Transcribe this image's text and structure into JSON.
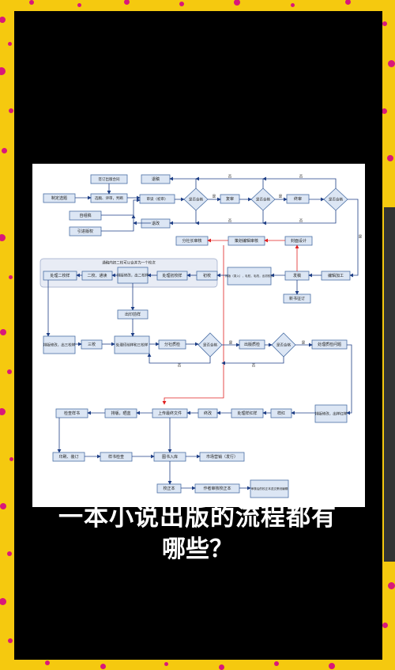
{
  "caption": {
    "line1": "一本小说出版的流程都有",
    "line2": "哪些？"
  },
  "colors": {
    "frame": "#f5c90f",
    "dots": "#d9177a",
    "box_fill": "#dce6f4",
    "box_stroke": "#4a6fa5",
    "arrow": "#1f3f86",
    "red_arrow": "#e02020"
  },
  "flowchart": {
    "row1": {
      "sign_contract": "签订出版合同",
      "make_topic": "制定选题",
      "review_decide": "选稿、评审，判断",
      "self_made": "自组稿",
      "introduced_manuscript": "引进版权",
      "review_editor": "审读（初审）",
      "return": "退稿",
      "return_mod": "退改",
      "qualified_1": "是否合格",
      "recheck": "复审",
      "qualified_2": "是否合格",
      "final_check": "终审",
      "qualified_3": "是否合格",
      "yes": "是",
      "no": "否"
    },
    "row2": {
      "pub_approval": "分社长审核",
      "plan_review": "策划编辑审核",
      "cover_design": "封面设计",
      "edit_process": "编辑加工",
      "layout": "发稿",
      "typeset": "排版（录入），毛校，毛改，出初校样",
      "new_book": "新书征订"
    },
    "row3": {
      "banner": "通稿内初二校可以合并为一个校次",
      "second_proof": "处理二校样",
      "two_proof": "二校、通读",
      "restore": "排版修改，出二校样",
      "first_proof": "处理初校样",
      "first": "初校"
    },
    "row4": {
      "proof_send": "出印前样",
      "fix_third": "排版修改，出三校样",
      "third": "三校",
      "handle_third": "处理印前样和三校样",
      "sign_check": "分社质检",
      "qualified_4": "是否合格",
      "quality_check": "出版质检",
      "qualified_5": "是否合格",
      "quality_issue": "处理质检问题"
    },
    "row5": {
      "printing_check": "检查样书",
      "film": "排版，晒蓝",
      "upload": "上传最终文件",
      "final_proof": "终改",
      "handle_proof": "处理样红样",
      "sample": "样红",
      "layout_fix": "排版修改，出样红样"
    },
    "row6": {
      "print_bind": "印刷、装订",
      "sample_check": "样书检查",
      "warehouse": "图书入库",
      "marketing": "市场营销（发行）",
      "proof_copy": "校正本",
      "reprint": "作者审核校正本",
      "archive": "审核后的校正本送交策划编辑"
    }
  }
}
